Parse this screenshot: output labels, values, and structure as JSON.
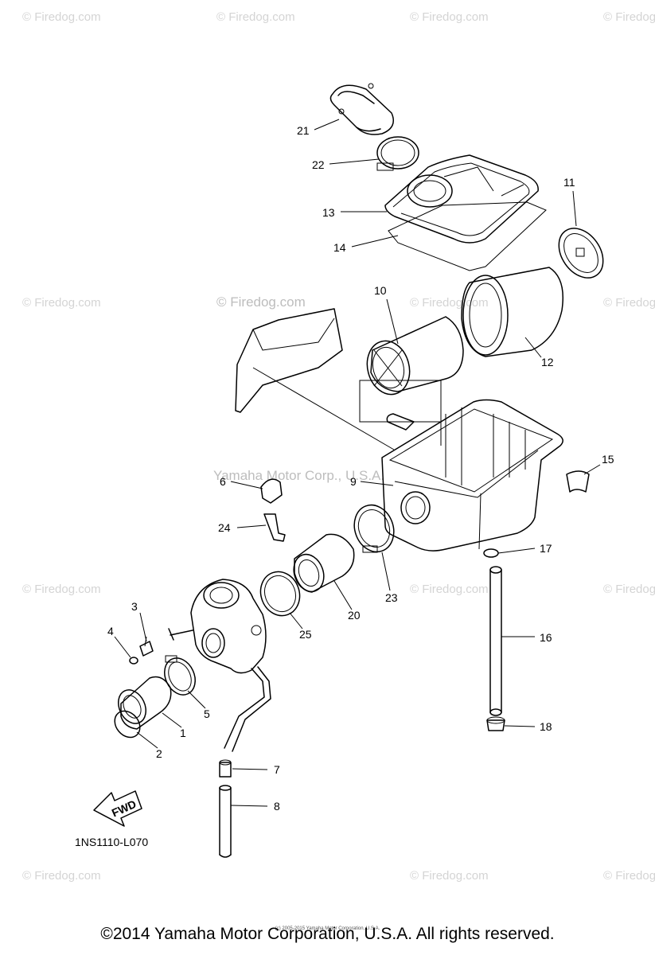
{
  "watermark": "© Firedog.com",
  "center_watermark": "Yamaha Motor Corp., U.S.A.",
  "diagram_code": "1NS1110-L070",
  "fwd_label": "FWD",
  "copyright": "©2014 Yamaha Motor Corporation, U.S.A. All rights reserved.",
  "tiny_copyright": "(c) 2005-2015 Yamaha Motor Corporation, U.S.A.",
  "callouts": [
    "1",
    "2",
    "3",
    "4",
    "5",
    "6",
    "7",
    "8",
    "9",
    "10",
    "11",
    "12",
    "13",
    "14",
    "15",
    "16",
    "17",
    "18",
    "20",
    "21",
    "22",
    "23",
    "24",
    "25"
  ]
}
